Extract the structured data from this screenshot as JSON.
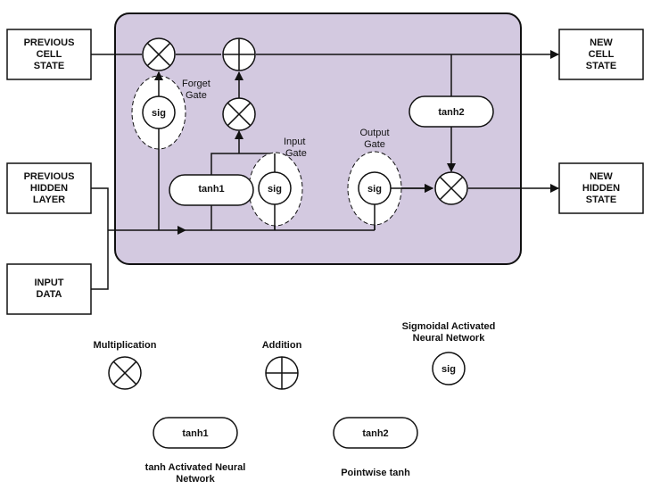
{
  "title": "LSTM Cell Diagram",
  "colors": {
    "cell_background": "#d3c9e0",
    "stroke": "#111111",
    "node_fill": "#ffffff",
    "box_fill": "#ffffff"
  },
  "inputs": {
    "previous_cell_state": [
      "PREVIOUS",
      "CELL",
      "STATE"
    ],
    "previous_hidden_layer": [
      "PREVIOUS",
      "HIDDEN",
      "LAYER"
    ],
    "input_data": [
      "INPUT",
      "DATA"
    ]
  },
  "outputs": {
    "new_cell_state": [
      "NEW",
      "CELL",
      "STATE"
    ],
    "new_hidden_state": [
      "NEW",
      "HIDDEN",
      "STATE"
    ]
  },
  "gates": {
    "forget": [
      "Forget",
      "Gate"
    ],
    "input": [
      "Input",
      "Gate"
    ],
    "output": [
      "Output",
      "Gate"
    ]
  },
  "nodes": {
    "sig": "sig",
    "tanh1": "tanh1",
    "tanh2": "tanh2"
  },
  "legend": {
    "multiplication": "Multiplication",
    "addition": "Addition",
    "sigmoid": [
      "Sigmoidal Activated",
      "Neural Network"
    ],
    "sig_symbol": "sig",
    "tanh1_symbol": "tanh1",
    "tanh1_desc": [
      "tanh Activated Neural",
      "Network"
    ],
    "tanh2_symbol": "tanh2",
    "tanh2_desc": "Pointwise tanh"
  }
}
